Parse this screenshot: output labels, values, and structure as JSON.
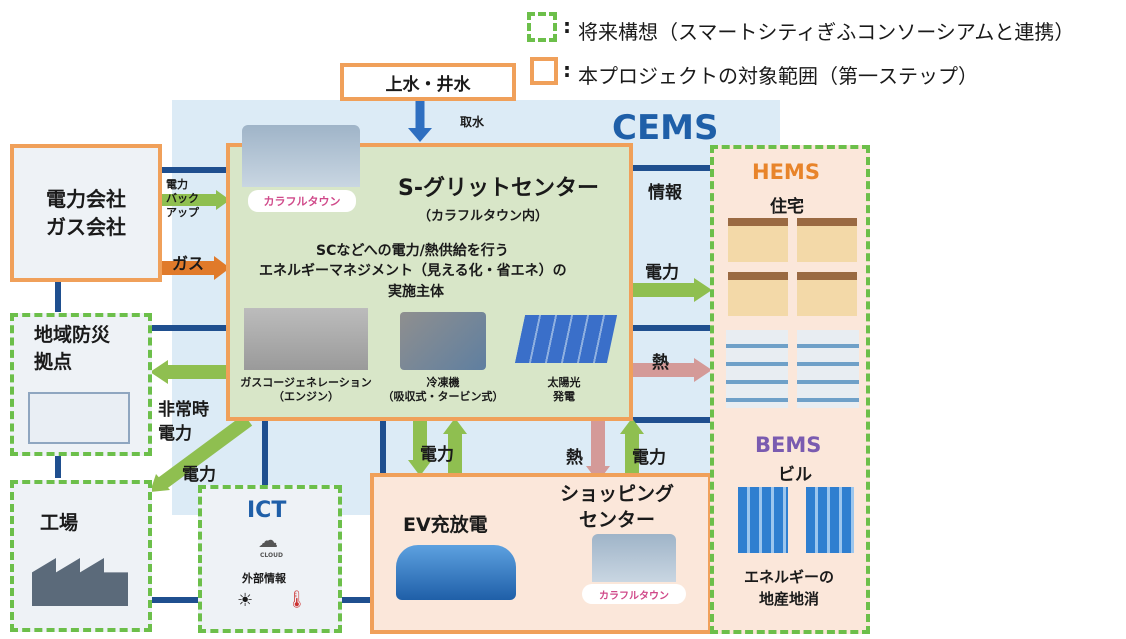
{
  "legend": {
    "future": "将来構想（スマートシティぎふコンソーシアムと連携）",
    "scope": "本プロジェクトの対象範囲（第一ステップ）",
    "colon": ":"
  },
  "water": {
    "title": "上水・井水",
    "intake": "取水"
  },
  "cems": "CEMS",
  "utility": {
    "line1": "電力会社",
    "line2": "ガス会社",
    "backup": "電力\nバック\nアップ",
    "gas": "ガス"
  },
  "sgrid": {
    "title": "S-グリットセンター",
    "subtitle": "（カラフルタウン内）",
    "desc1": "SCなどへの電力/熱供給を行う",
    "desc2": "エネルギーマネジメント（見える化・省エネ）の",
    "desc3": "実施主体",
    "equipment": [
      {
        "label": "ガスコージェネレーション\n（エンジン）"
      },
      {
        "label": "冷凍機\n（吸収式・タービン式）"
      },
      {
        "label": "太陽光\n発電"
      }
    ],
    "logo": "カラフルタウン"
  },
  "flows": {
    "info": "情報",
    "power_right": "電力",
    "heat_right": "熱",
    "emergency": "非常時\n電力",
    "factory_power": "電力",
    "ev_power": "電力",
    "shop_heat": "熱",
    "shop_power": "電力"
  },
  "disaster": {
    "title": "地域防災\n拠点"
  },
  "factory": {
    "title": "工場"
  },
  "ict": {
    "title": "ICT",
    "cloud": "CLOUD",
    "external": "外部情報"
  },
  "ev": {
    "title": "EV充放電"
  },
  "shopping": {
    "title": "ショッピング\nセンター",
    "logo": "カラフルタウン"
  },
  "hems": {
    "title": "HEMS",
    "subtitle": "住宅"
  },
  "bems": {
    "title": "BEMS",
    "subtitle": "ビル",
    "footer": "エネルギーの\n地産地消"
  },
  "colors": {
    "orange": "#f0a05a",
    "green": "#6cbf4a",
    "cems_blue": "#1f5fa8",
    "purple": "#7a5bb0",
    "hems_orange": "#e8842a"
  }
}
